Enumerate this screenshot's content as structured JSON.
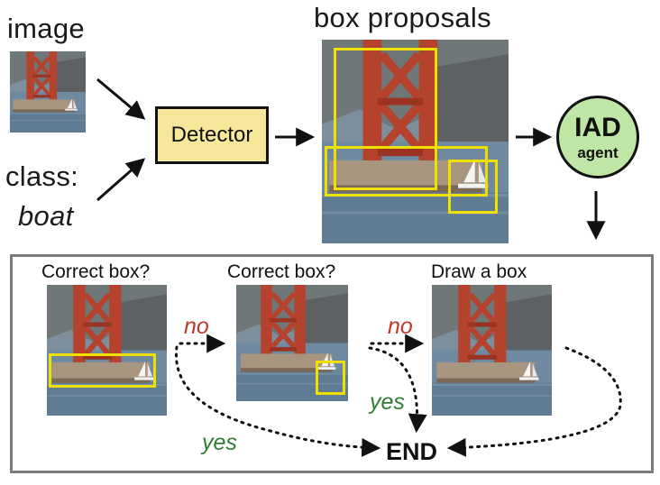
{
  "labels": {
    "image": "image",
    "class_prefix": "class:",
    "class_value": "boat",
    "box_proposals": "box proposals",
    "detector": "Detector",
    "agent_line1": "IAD",
    "agent_line2": "agent"
  },
  "steps": [
    {
      "caption": "Correct box?"
    },
    {
      "caption": "Correct box?"
    },
    {
      "caption": "Draw a box"
    }
  ],
  "answers": {
    "no_1": "no",
    "no_2": "no",
    "yes_1": "yes",
    "yes_2": "yes",
    "end": "END"
  },
  "colors": {
    "proposal_box": "#f0e000",
    "detector_fill": "#f7e79b",
    "agent_fill": "#bfe6a5",
    "no_text": "#c0392b",
    "yes_text": "#2e7d32",
    "panel_border": "#7b7b7b"
  }
}
